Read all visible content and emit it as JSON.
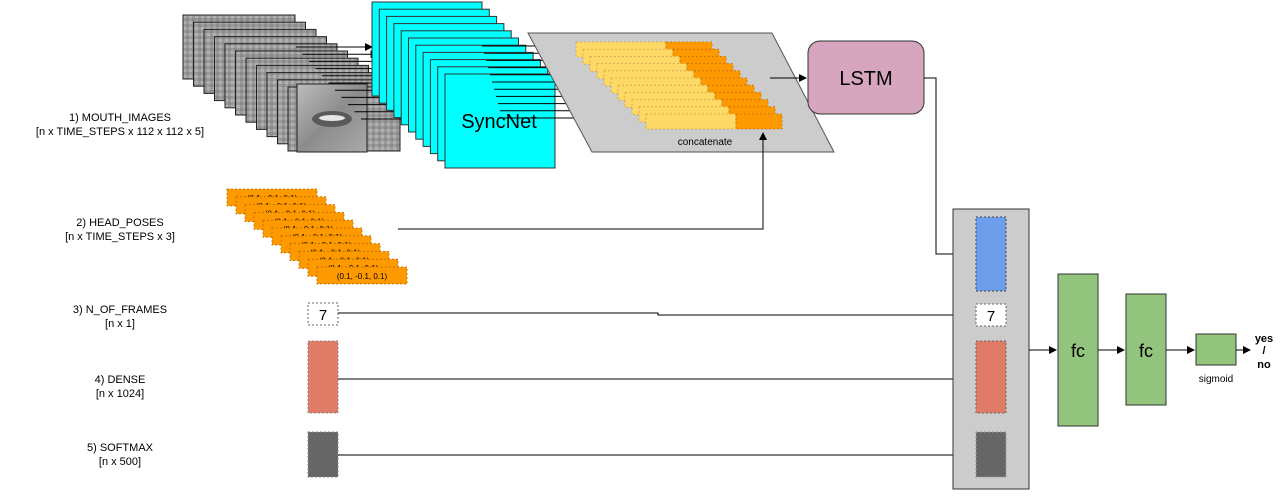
{
  "inputs": {
    "mouth": {
      "name": "1) MOUTH_IMAGES",
      "shape": "[n x TIME_STEPS x 112 x 112 x 5]"
    },
    "head": {
      "name": "2) HEAD_POSES",
      "shape": "[n x TIME_STEPS x 3]"
    },
    "frames": {
      "name": "3) N_OF_FRAMES",
      "shape": "[n x 1]"
    },
    "dense": {
      "name": "4) DENSE",
      "shape": "[n x 1024]"
    },
    "softmax": {
      "name": "5) SOFTMAX",
      "shape": "[n x 500]"
    }
  },
  "head_pose_value": "(0.1, -0.1, 0.1)",
  "syncnet_label": "SyncNet",
  "concat_label": "concatenate",
  "lstm_label": "LSTM",
  "frames_value": "7",
  "fc1_label": "fc",
  "fc2_label": "fc",
  "sigmoid_label": "sigmoid",
  "output": {
    "yes": "yes",
    "slash": "/",
    "no": "no"
  },
  "colors": {
    "syncnet": "#00ffff",
    "head_pose": "#ff9900",
    "concat_yellow": "#ffd966",
    "lstm": "#d5a6bd",
    "fc": "#93c47d",
    "dense": "#e07b67",
    "softmax": "#666666",
    "lstm_out": "#6d9eeb",
    "panel": "#cccccc"
  }
}
